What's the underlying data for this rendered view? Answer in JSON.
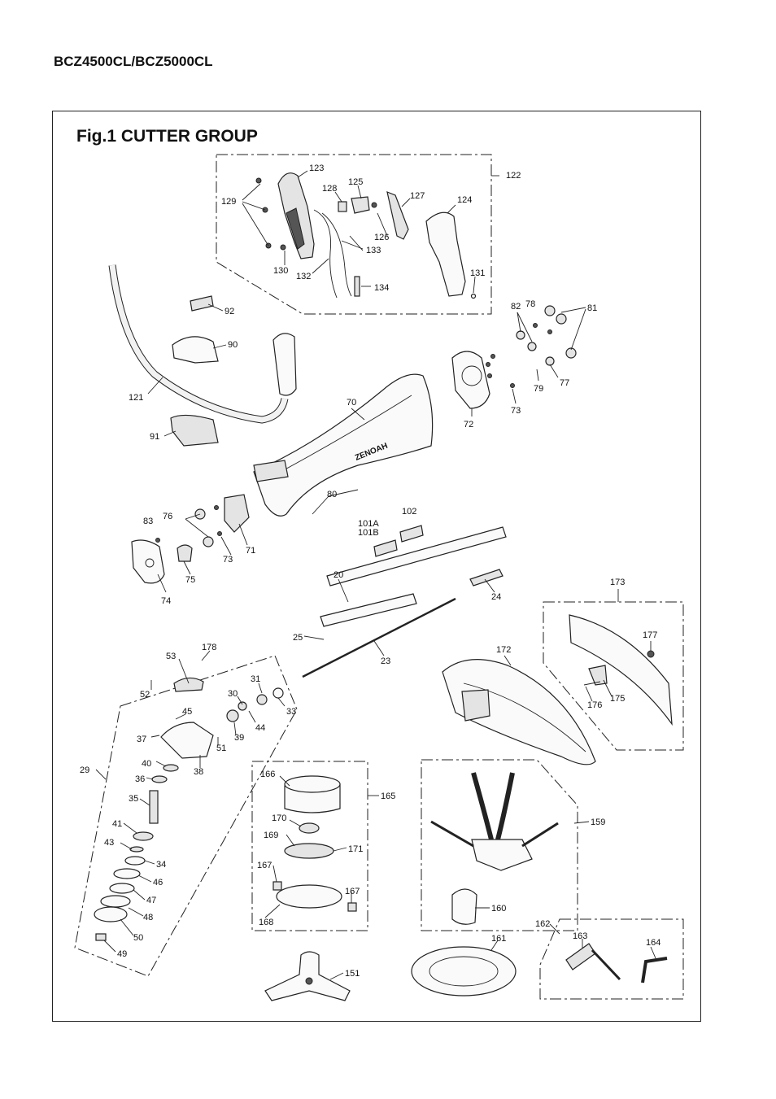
{
  "document": {
    "model": "BCZ4500CL/BCZ5000CL",
    "figure_title": "Fig.1  CUTTER GROUP"
  },
  "callouts": [
    "123",
    "122",
    "129",
    "128",
    "125",
    "127",
    "124",
    "126",
    "133",
    "130",
    "132",
    "134",
    "131",
    "82",
    "78",
    "81",
    "92",
    "90",
    "77",
    "79",
    "73",
    "72",
    "121",
    "70",
    "91",
    "80",
    "102",
    "101A",
    "101B",
    "76",
    "83",
    "71",
    "73",
    "75",
    "74",
    "20",
    "24",
    "173",
    "177",
    "25",
    "23",
    "172",
    "178",
    "53",
    "31",
    "30",
    "52",
    "33",
    "44",
    "45",
    "39",
    "37",
    "51",
    "38",
    "176",
    "175",
    "40",
    "36",
    "29",
    "166",
    "165",
    "35",
    "170",
    "169",
    "41",
    "43",
    "171",
    "159",
    "34",
    "167",
    "46",
    "167",
    "47",
    "160",
    "168",
    "48",
    "162",
    "163",
    "161",
    "164",
    "50",
    "49",
    "151"
  ]
}
